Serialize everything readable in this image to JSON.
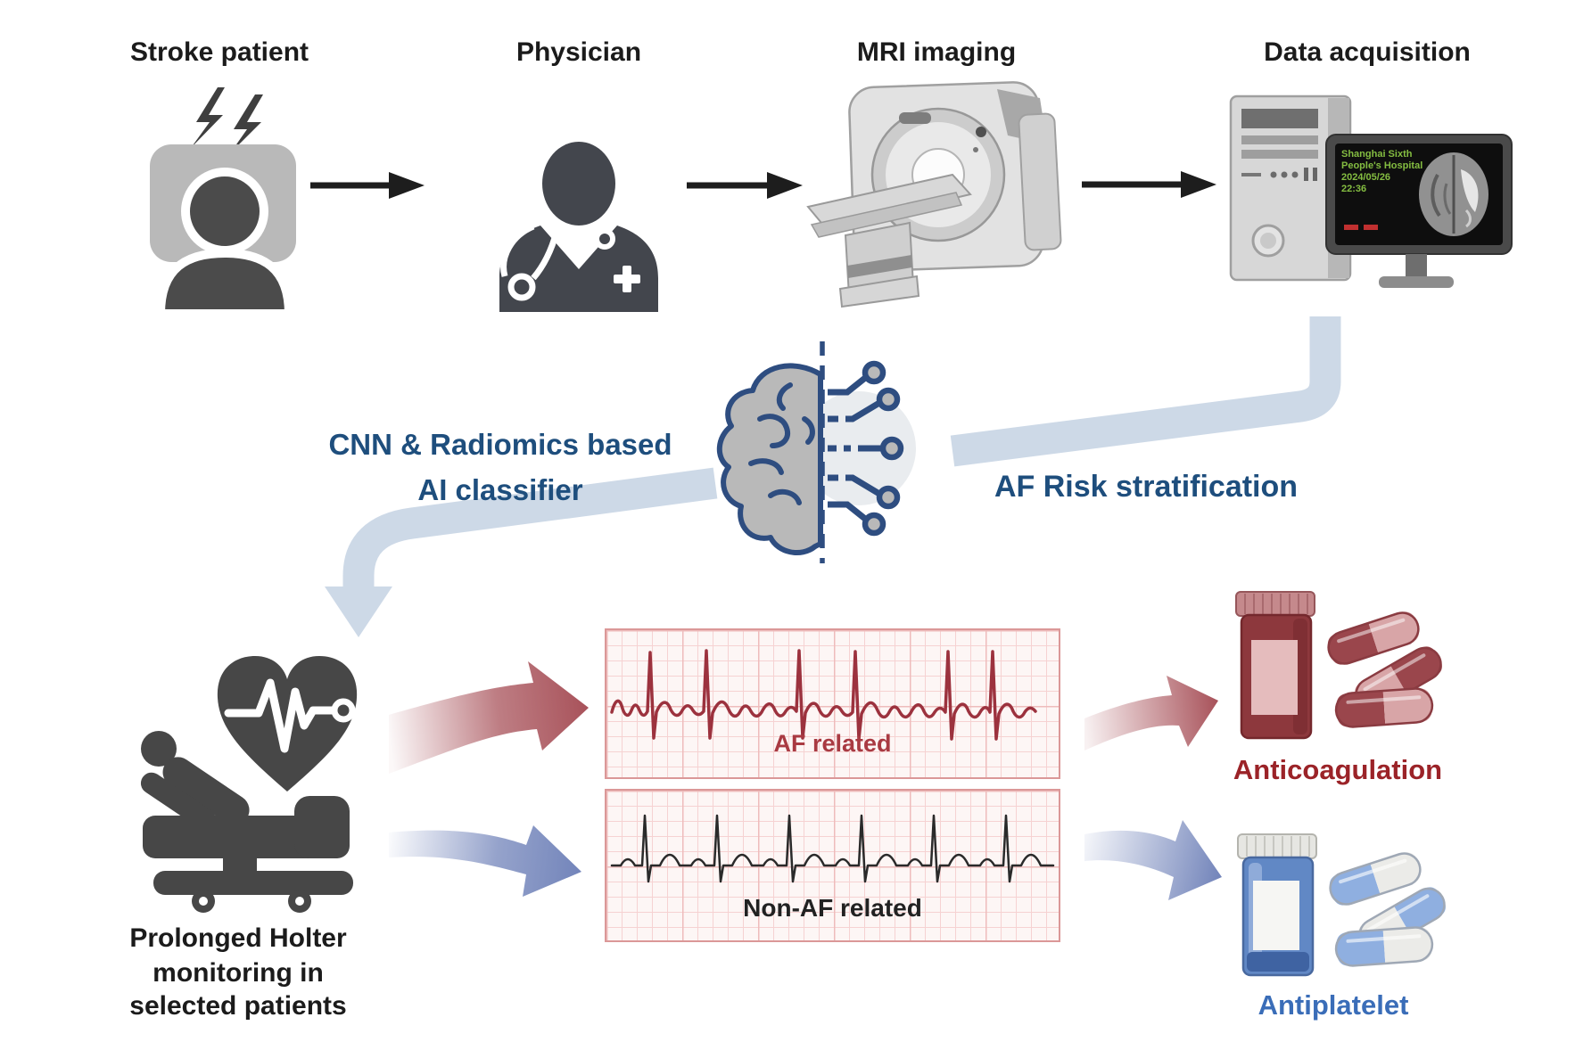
{
  "figure": {
    "type": "clinical-workflow-diagram",
    "background": "#ffffff"
  },
  "top_flow": {
    "items": [
      {
        "label": "Stroke patient",
        "icon": "stroke-patient-icon"
      },
      {
        "label": "Physician",
        "icon": "physician-icon"
      },
      {
        "label": "MRI imaging",
        "icon": "mri-scanner-icon"
      },
      {
        "label": "Data acquisition",
        "icon": "workstation-icon"
      }
    ]
  },
  "monitor": {
    "screen_lines": [
      "Shanghai Sixth",
      "People's Hospital",
      "2024/05/26",
      "22:36"
    ],
    "text_color": "#84bd41"
  },
  "ai": {
    "classifier_line1": "CNN & Radiomics based",
    "classifier_line2": "AI classifier",
    "stratification": "AF Risk stratification",
    "icon": "ai-brain-icon",
    "accent_color": "#1e4e7d"
  },
  "holter": {
    "line1": "Prolonged Holter",
    "line2": "monitoring in",
    "line3": "selected patients",
    "icon": "holter-bed-heart-icon"
  },
  "ecg": {
    "af_label": "AF related",
    "af_trace_color": "#9c323e",
    "non_af_label": "Non-AF related",
    "non_af_trace_color": "#2a2a2a",
    "grid_color": "#f2c9c9"
  },
  "meds": {
    "anticoagulation": "Anticoagulation",
    "anticoagulation_color": "#9b2328",
    "antiplatelet": "Antiplatelet",
    "antiplatelet_color": "#3a6db8"
  },
  "palette": {
    "flow_arrow_black": "#1d1d1d",
    "band_blue": "#cdd9e7",
    "icon_dark_gray": "#474747",
    "icon_light_gray": "#b9b9b9",
    "red_arrow": "#a8525a",
    "blue_arrow": "#7284ba"
  }
}
